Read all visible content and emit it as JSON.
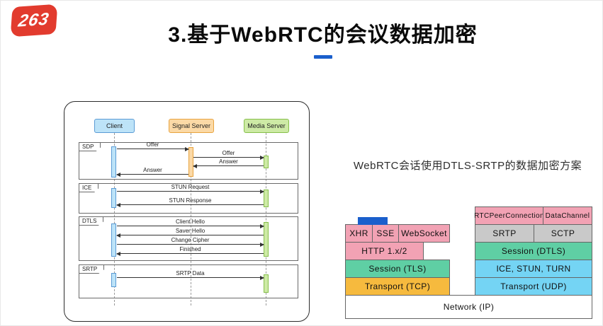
{
  "logo": {
    "text": "263"
  },
  "title": {
    "text": "3.基于WebRTC的会议数据加密"
  },
  "caption": "WebRTC会话使用DTLS-SRTP的数据加密方案",
  "sequence": {
    "actors": [
      {
        "label": "Client"
      },
      {
        "label": "Signal Server"
      },
      {
        "label": "Media Server"
      }
    ],
    "sections": [
      {
        "label": "SDP"
      },
      {
        "label": "ICE"
      },
      {
        "label": "DTLS"
      },
      {
        "label": "SRTP"
      }
    ],
    "messages": [
      {
        "label": "Offer",
        "from": "Client",
        "to": "Signal Server"
      },
      {
        "label": "Offer",
        "from": "Signal Server",
        "to": "Media Server"
      },
      {
        "label": "Answer",
        "from": "Media Server",
        "to": "Signal Server"
      },
      {
        "label": "Answer",
        "from": "Signal Server",
        "to": "Client"
      },
      {
        "label": "STUN Request",
        "from": "Client",
        "to": "Media Server"
      },
      {
        "label": "STUN Response",
        "from": "Media Server",
        "to": "Client"
      },
      {
        "label": "Client Hello",
        "from": "Client",
        "to": "Media Server"
      },
      {
        "label": "Saver Hello",
        "from": "Media Server",
        "to": "Client"
      },
      {
        "label": "Change Cipher",
        "from": "Client",
        "to": "Media Server"
      },
      {
        "label": "Finished",
        "from": "Media Server",
        "to": "Client"
      },
      {
        "label": "SRTP Data",
        "from": "Client",
        "to": "Media Server"
      }
    ]
  },
  "stack": {
    "left": {
      "row1": [
        "XHR",
        "SSE",
        "WebSocket"
      ],
      "http": "HTTP 1.x/2",
      "tls": "Session (TLS)",
      "tcp": "Transport (TCP)"
    },
    "right": {
      "row1": [
        "RTCPeerConnection",
        "DataChannel"
      ],
      "row2": [
        "SRTP",
        "SCTP"
      ],
      "dtls": "Session (DTLS)",
      "ice": "ICE, STUN, TURN",
      "udp": "Transport (UDP)"
    },
    "network": "Network (IP)"
  },
  "colors": {
    "accent_blue": "#1A5FCC",
    "logo_red": "#E23B2E",
    "pink": "#F2A2B4",
    "gray": "#C9C9C9",
    "green": "#5FCFA4",
    "orange": "#F6BA3E",
    "light_blue": "#74D4F4"
  }
}
